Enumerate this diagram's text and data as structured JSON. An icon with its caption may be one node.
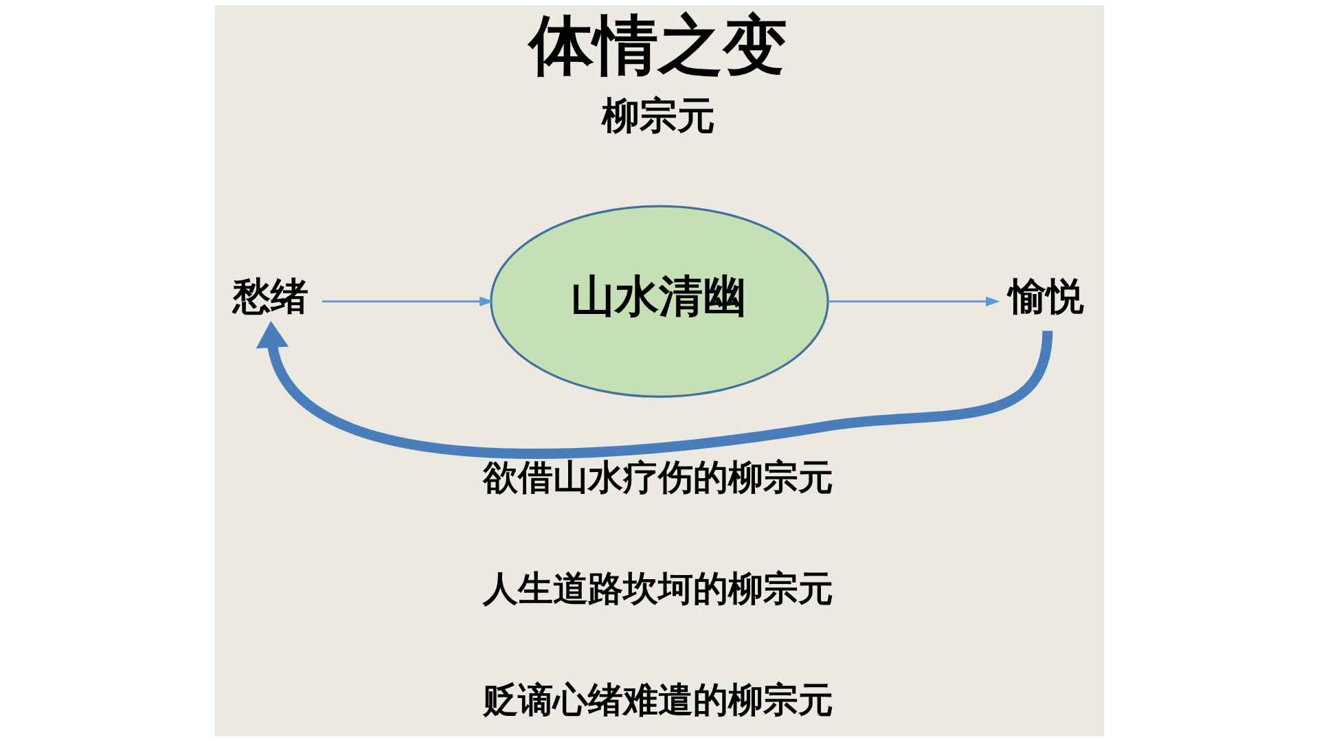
{
  "diagram": {
    "title": "体情之变",
    "nodes": [
      {
        "text": [
          "愁绪"
        ]
      },
      {
        "text": [
          "山水清幽"
        ]
      },
      {
        "text": [
          "愉悦"
        ]
      }
    ],
    "edges": [
      {
        "from": 0,
        "to": 1,
        "arrow": "to"
      },
      {
        "from": 1,
        "to": 2,
        "arrow": "to"
      },
      {
        "from": 2,
        "to": 0,
        "arrow": "to",
        "style": "thick",
        "color": "#4a7ebb"
      }
    ],
    "labels": [
      "柳宗元",
      "欲借山水疗伤的柳宗元",
      "人生道路坎坷的柳宗元",
      "贬谪心绪难遣的柳宗元"
    ]
  }
}
